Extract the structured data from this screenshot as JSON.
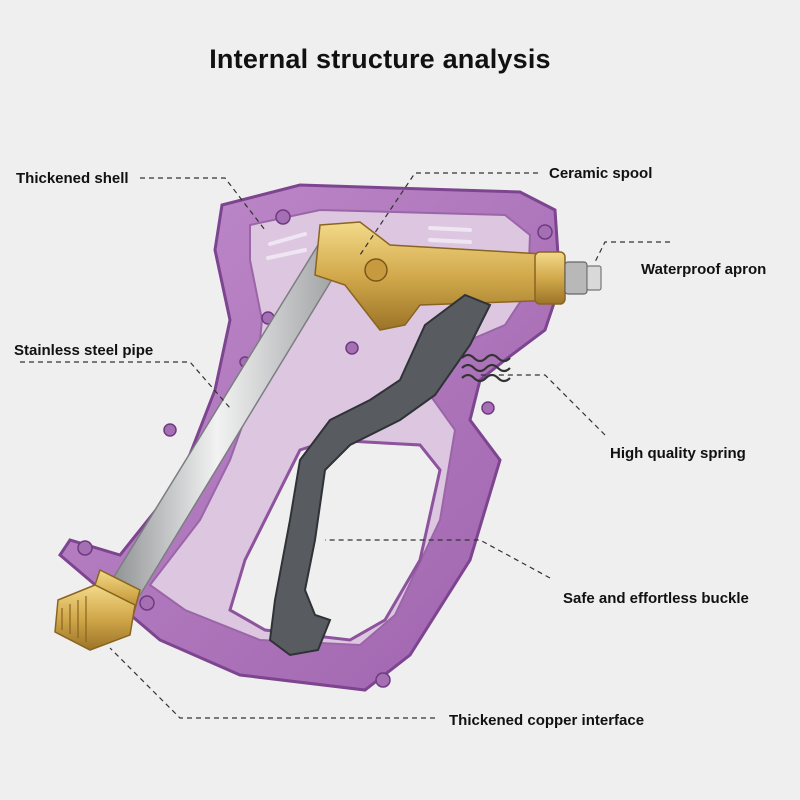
{
  "title": "Internal structure analysis",
  "labels": {
    "thickened_shell": "Thickened shell",
    "ceramic_spool": "Ceramic spool",
    "waterproof_apron": "Waterproof apron",
    "stainless_steel_pipe": "Stainless steel pipe",
    "high_quality_spring": "High quality spring",
    "safe_buckle": "Safe and effortless buckle",
    "copper_interface": "Thickened copper interface"
  },
  "colors": {
    "background": "#efefef",
    "shell": "#b77fc2",
    "shell_dark": "#8e55a0",
    "brass": "#d4ae55",
    "steel": "#c8c8c8",
    "trigger": "#5a5e63"
  }
}
